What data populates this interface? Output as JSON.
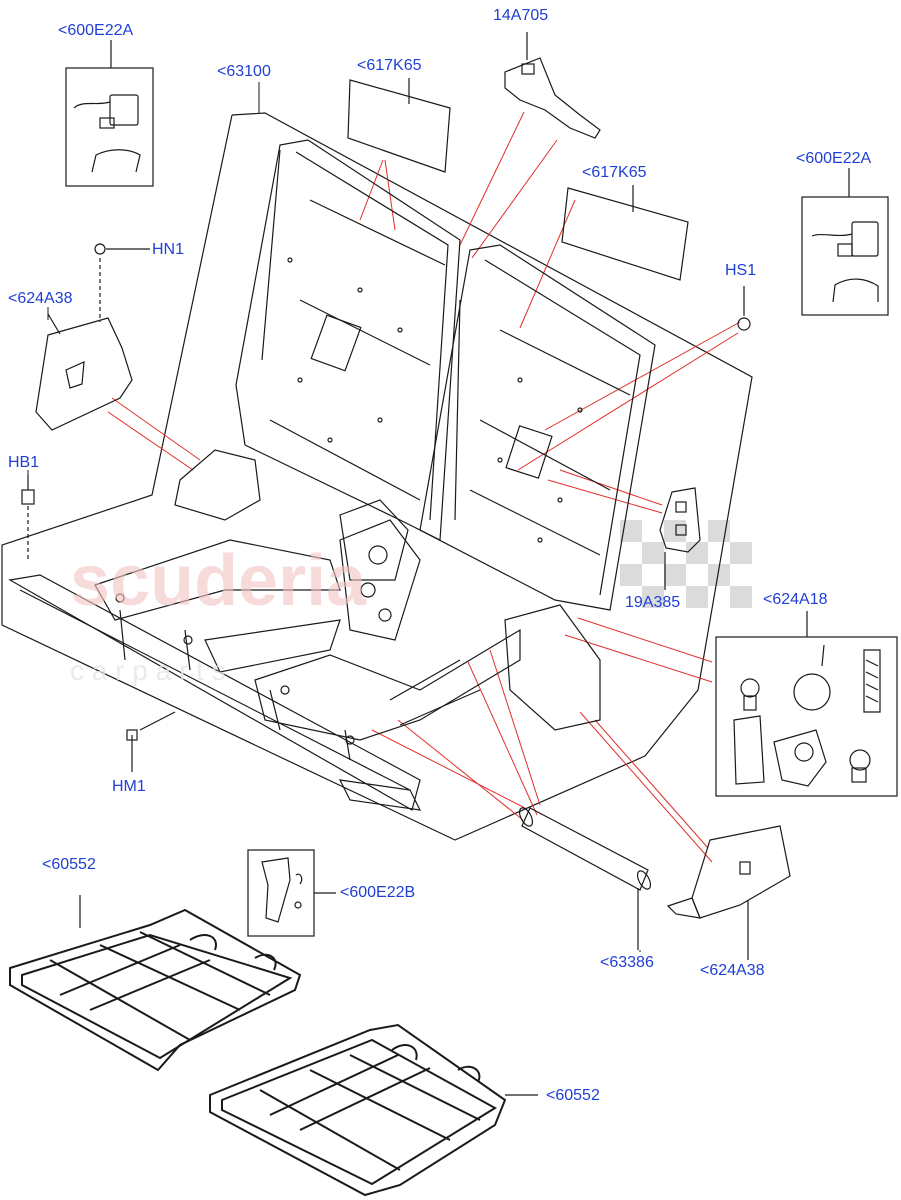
{
  "watermark": {
    "main": "scuderia",
    "sub": "c a r   p a r t s"
  },
  "callouts": [
    {
      "id": "600e22a-top",
      "text": "<600E22A"
    },
    {
      "id": "63100",
      "text": "<63100"
    },
    {
      "id": "617k65-top",
      "text": "<617K65"
    },
    {
      "id": "14a705",
      "text": "14A705"
    },
    {
      "id": "617k65-right",
      "text": "<617K65"
    },
    {
      "id": "600e22a-right",
      "text": "<600E22A"
    },
    {
      "id": "hn1",
      "text": "HN1"
    },
    {
      "id": "624a38-left",
      "text": "<624A38"
    },
    {
      "id": "hs1",
      "text": "HS1"
    },
    {
      "id": "hb1",
      "text": "HB1"
    },
    {
      "id": "19a385",
      "text": "19A385"
    },
    {
      "id": "624a18",
      "text": "<624A18"
    },
    {
      "id": "hm1",
      "text": "HM1"
    },
    {
      "id": "60552-top",
      "text": "<60552"
    },
    {
      "id": "600e22b",
      "text": "<600E22B"
    },
    {
      "id": "63386",
      "text": "<63386"
    },
    {
      "id": "624a38-right",
      "text": "<624A38"
    },
    {
      "id": "60552-bottom",
      "text": "<60552"
    }
  ],
  "colors": {
    "label": "#1f3fd6",
    "leader": "#e0302a",
    "line": "#1a1a1a",
    "watermark": "#f2c4c4"
  }
}
